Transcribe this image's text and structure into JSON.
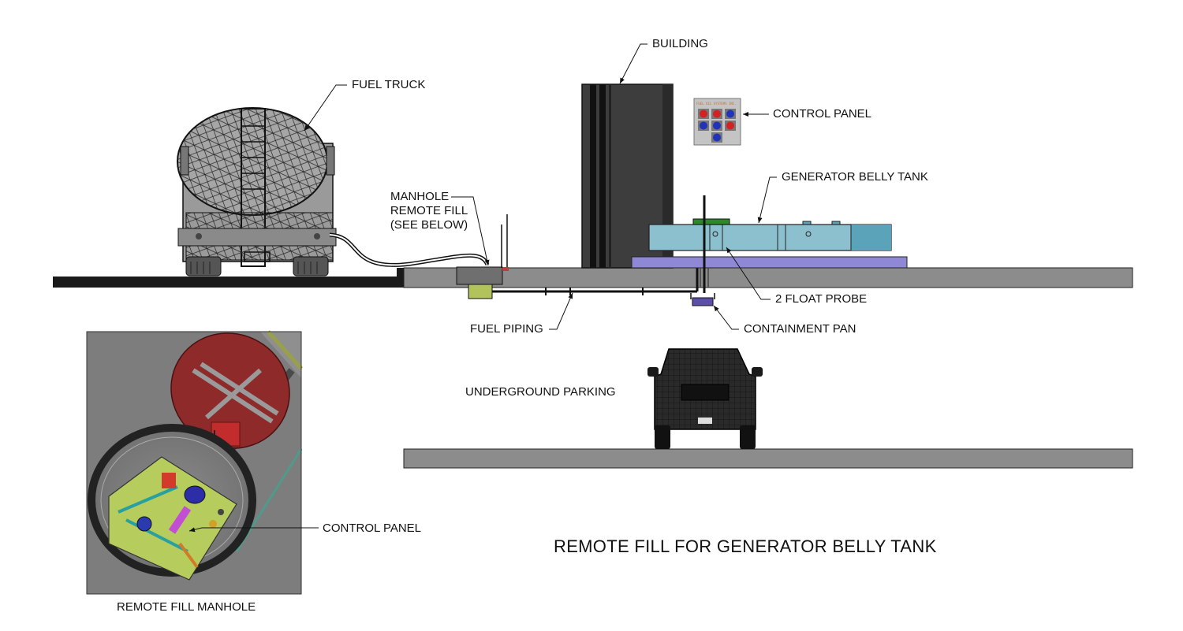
{
  "title": "REMOTE FILL FOR GENERATOR BELLY TANK",
  "labels": {
    "fuel_truck": "FUEL TRUCK",
    "building": "BUILDING",
    "control_panel_top": "CONTROL PANEL",
    "generator_belly_tank": "GENERATOR BELLY TANK",
    "manhole_line1": "MANHOLE",
    "manhole_line2": "REMOTE FILL",
    "manhole_line3": "(SEE BELOW)",
    "two_float_probe": "2 FLOAT PROBE",
    "containment_pan": "CONTAINMENT PAN",
    "fuel_piping": "FUEL PIPING",
    "underground_parking": "UNDERGROUND PARKING",
    "control_panel_detail": "CONTROL PANEL",
    "remote_fill_manhole": "REMOTE FILL MANHOLE"
  },
  "panel_legend": "FUEL OIL SYSTEMS INC.",
  "colors": {
    "slab": "#8c8c8c",
    "asphalt": "#1a1a1a",
    "building": "#3d3d3d",
    "belly_tank": "#8cc0cf",
    "tank_base": "#8f88d6",
    "lamp_red": "#d42222",
    "lamp_blue": "#2233bb",
    "panel_gray": "#c4c4c4"
  },
  "icons": [
    "fuel-truck-icon",
    "car-icon",
    "control-panel-icon",
    "manhole-detail-icon"
  ]
}
